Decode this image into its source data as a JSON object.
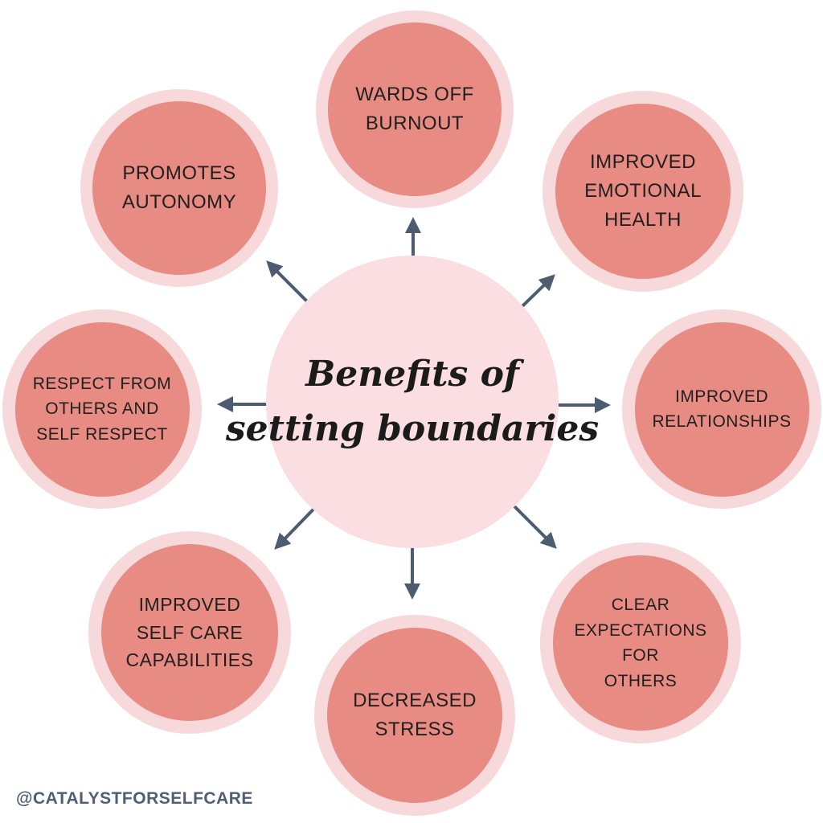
{
  "center": {
    "title": "Benefits of\nsetting boundaries"
  },
  "nodes": [
    {
      "id": "wards-off-burnout",
      "label": "WARDS OFF\nBURNOUT"
    },
    {
      "id": "improved-emotional-health",
      "label": "IMPROVED\nEMOTIONAL\nHEALTH"
    },
    {
      "id": "improved-relationships",
      "label": "IMPROVED\nRELATIONSHIPS"
    },
    {
      "id": "clear-expectations-for-others",
      "label": "CLEAR\nEXPECTATIONS\nFOR\nOTHERS"
    },
    {
      "id": "decreased-stress",
      "label": "DECREASED\nSTRESS"
    },
    {
      "id": "improved-self-care-capabilities",
      "label": "IMPROVED\nSELF CARE\nCAPABILITIES"
    },
    {
      "id": "respect-from-others-and-self-respect",
      "label": "RESPECT FROM\nOTHERS AND\nSELF RESPECT"
    },
    {
      "id": "promotes-autonomy",
      "label": "PROMOTES\nAUTONOMY"
    }
  ],
  "watermark": "@CATALYSTFORSELFCARE",
  "colors": {
    "node_fill": "#E88B82",
    "node_ring": "#F8D9DB",
    "center_fill": "#FADEE1",
    "arrow": "#4D5C71",
    "label_text": "#1F1F1F",
    "watermark_text": "#4F5D75"
  }
}
